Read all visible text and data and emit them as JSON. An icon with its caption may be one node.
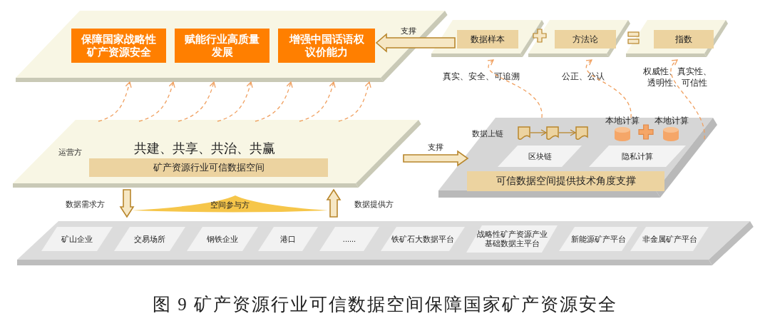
{
  "diagram": {
    "caption": "图 9 矿产资源行业可信数据空间保障国家矿产资源安全",
    "nodes": [
      {
        "text": [],
        "shape": "box"
      },
      {
        "text": [
          "保障国家战略性矿产资源安全"
        ],
        "in": 0
      },
      {
        "text": [
          "赋能行业高质量发展"
        ],
        "in": 0
      },
      {
        "text": [
          "增强中国话语权议价能力"
        ],
        "in": 0
      },
      {
        "text": [
          "数据样本"
        ],
        "beside": [
          "真实、安全、可追溯"
        ]
      },
      {
        "text": [
          "方法论"
        ],
        "beside": [
          "公正、公认"
        ]
      },
      {
        "text": [
          "指数"
        ],
        "beside": [
          "权威性、真实性、透明性、可信性"
        ]
      },
      {
        "text": [
          "运营方",
          "共建、共享、共治、共赢"
        ]
      },
      {
        "text": [
          "矿产资源行业可信数据空间"
        ],
        "in": 7
      },
      {
        "text": [],
        "shape": "box"
      },
      {
        "text": [
          "区块链"
        ],
        "in": 9
      },
      {
        "text": [
          "隐私计算"
        ],
        "in": 9
      },
      {
        "text": [
          "可信数据空间提供技术角度支撑"
        ],
        "in": 9
      },
      {
        "text": [],
        "shape": "document",
        "in": 9
      },
      {
        "text": [],
        "shape": "document",
        "in": 9
      },
      {
        "text": [],
        "shape": "document",
        "in": 9
      },
      {
        "text": [],
        "shape": "cylinder",
        "in": 9,
        "beside": [
          "本地计算"
        ]
      },
      {
        "text": [],
        "shape": "cylinder",
        "in": 9,
        "beside": [
          "本地计算"
        ]
      },
      {
        "text": [],
        "shape": "box"
      },
      {
        "text": [
          "矿山企业"
        ],
        "in": 18
      },
      {
        "text": [
          "交易场所"
        ],
        "in": 18
      },
      {
        "text": [
          "钢铁企业"
        ],
        "in": 18
      },
      {
        "text": [
          "港口"
        ],
        "in": 18
      },
      {
        "text": [
          "......"
        ],
        "in": 18
      },
      {
        "text": [
          "铁矿石大数据平台"
        ],
        "in": 18
      },
      {
        "text": [
          "战略性矿产资源产业基础数据主平台"
        ],
        "in": 18
      },
      {
        "text": [
          "新能源矿产平台"
        ],
        "in": 18
      },
      {
        "text": [
          "非金属矿产平台"
        ],
        "in": 18
      }
    ],
    "edges": [
      {
        "from": 4,
        "to": 0,
        "arrow": "to",
        "label": "支撑"
      },
      {
        "from": 7,
        "to": 9,
        "arrow": "to",
        "label": "支撑"
      },
      {
        "from": 7,
        "to": 18,
        "arrow": "to",
        "label": "数据需求方"
      },
      {
        "from": 18,
        "to": 7,
        "arrow": "to",
        "label": "数据提供方"
      },
      {
        "from": 7,
        "to": 0,
        "arrow": "to",
        "style": "dashed",
        "color": "#f0a060"
      },
      {
        "from": 7,
        "to": 0,
        "arrow": "to",
        "style": "dashed",
        "color": "#f0a060"
      },
      {
        "from": 7,
        "to": 0,
        "arrow": "to",
        "style": "dashed",
        "color": "#f0a060"
      },
      {
        "from": 7,
        "to": 0,
        "arrow": "to",
        "style": "dashed",
        "color": "#f0a060"
      },
      {
        "from": 7,
        "to": 0,
        "arrow": "to",
        "style": "dashed",
        "color": "#f0a060"
      },
      {
        "from": 7,
        "to": 0,
        "arrow": "to",
        "style": "dashed",
        "color": "#f0a060"
      },
      {
        "from": 7,
        "to": 0,
        "arrow": "to",
        "style": "dashed",
        "color": "#f0a060"
      },
      {
        "from": 9,
        "to": 4,
        "arrow": "to",
        "style": "dashed",
        "color": "#f0a060"
      },
      {
        "from": 9,
        "to": 5,
        "arrow": "to",
        "style": "dashed",
        "color": "#f0a060"
      },
      {
        "from": 9,
        "to": 6,
        "arrow": "to",
        "style": "dashed",
        "color": "#f0a060"
      },
      {
        "from": 13,
        "to": 14,
        "arrow": "to"
      },
      {
        "from": 14,
        "to": 15,
        "arrow": "to"
      }
    ],
    "labels": [
      "数据上链",
      "空间参与方"
    ]
  }
}
